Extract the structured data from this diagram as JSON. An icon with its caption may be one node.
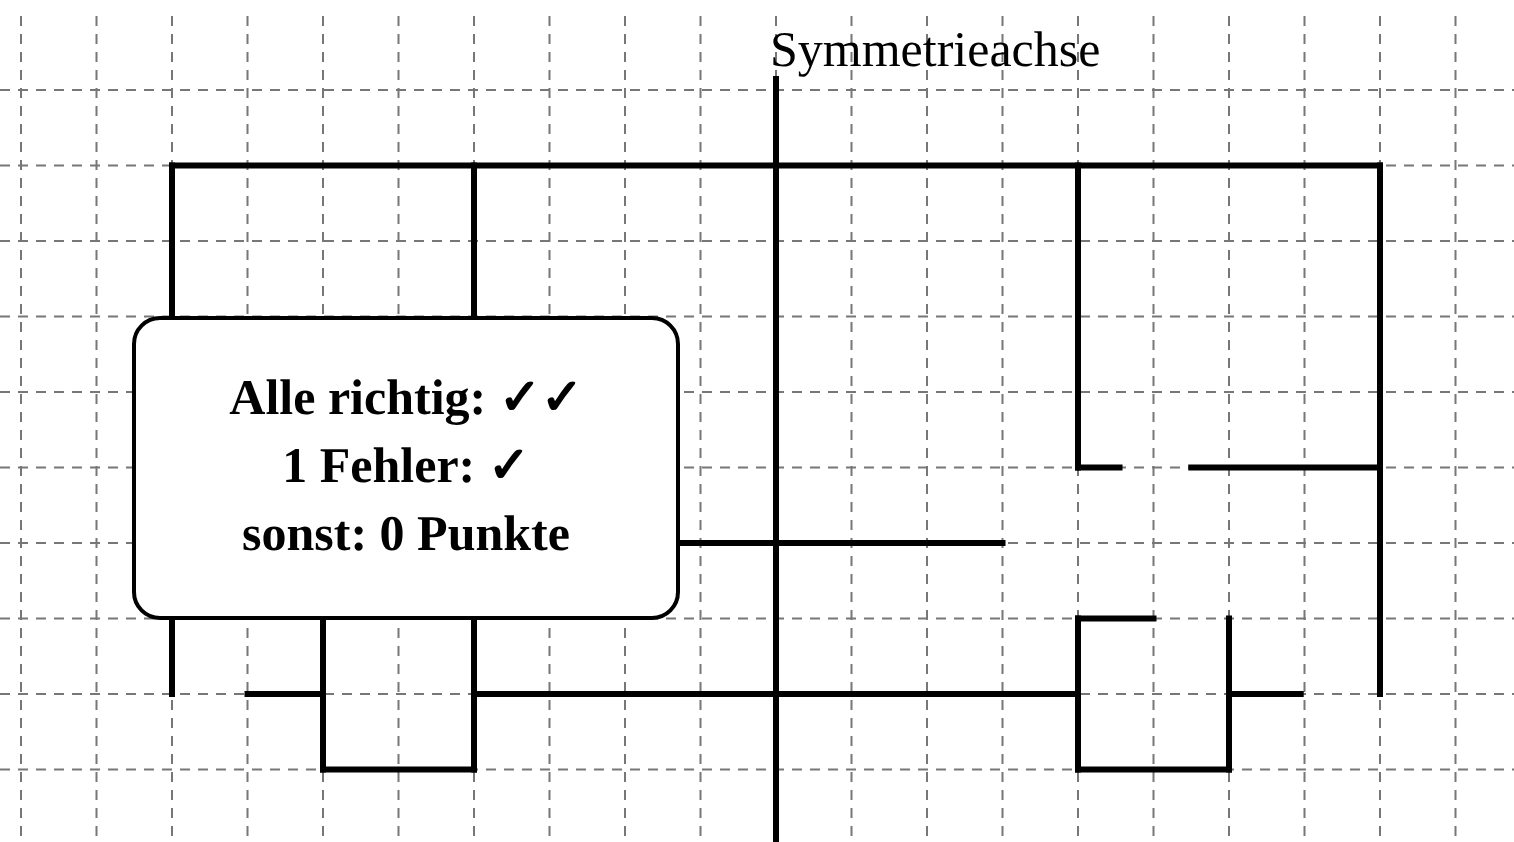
{
  "diagram": {
    "nodes": [
      {
        "text": [
          "Alle richtig: ✓✓",
          "1 Fehler: ✓",
          "sonst: 0 Punkte"
        ]
      }
    ],
    "labels": [
      "Symmetrieachse"
    ]
  }
}
